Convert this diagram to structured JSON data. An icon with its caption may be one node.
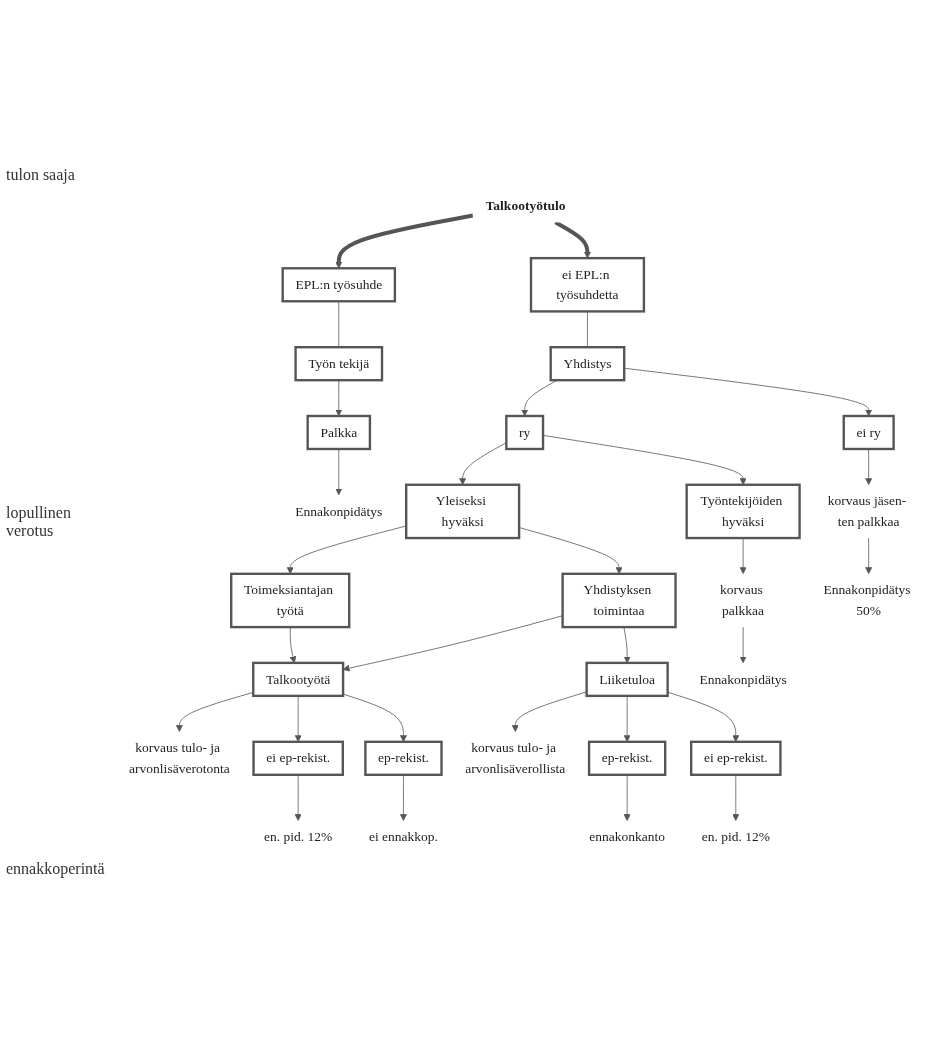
{
  "diagram": {
    "nodes": [
      {
        "text": [
          "Talkootyötulo"
        ]
      },
      {
        "text": [
          "EPL:n työsuhde"
        ]
      },
      {
        "text": [
          "ei EPL:n työsuhdetta"
        ]
      },
      {
        "text": [
          "Työn tekijä"
        ]
      },
      {
        "text": [
          "Yhdistys"
        ]
      },
      {
        "text": [
          "Palkka"
        ]
      },
      {
        "text": [
          "ry"
        ]
      },
      {
        "text": [
          "ei ry"
        ]
      },
      {
        "text": [
          "korvaus jäsen- ten palkkaa"
        ]
      },
      {
        "text": [
          "Ennakonpidätys"
        ]
      },
      {
        "text": [
          "Ennakonpidätys 50%"
        ]
      },
      {
        "text": [
          "Yleiseksi hyväksi"
        ]
      },
      {
        "text": [
          "Työntekijöiden hyväksi"
        ]
      },
      {
        "text": [
          "korvaus palkkaa"
        ]
      },
      {
        "text": [
          "Ennakonpidätys"
        ]
      },
      {
        "text": [
          "Toimeksiantajan työtä"
        ]
      },
      {
        "text": [
          "Yhdistyksen toimintaa"
        ]
      },
      {
        "text": [
          "Talkootyötä"
        ]
      },
      {
        "text": [
          "Liiketuloa"
        ]
      },
      {
        "text": [
          "korvaus tulo- ja arvonlisäverotonta"
        ]
      },
      {
        "text": [
          "korvaus tulo- ja arvonlisäverollista"
        ]
      },
      {
        "text": [
          "ei ep-rekist."
        ]
      },
      {
        "text": [
          "ep-rekist."
        ]
      },
      {
        "text": [
          "ep-rekist."
        ]
      },
      {
        "text": [
          "ei ep-rekist."
        ]
      },
      {
        "text": [
          "en. pid. 12%"
        ]
      },
      {
        "text": [
          "ei ennakkop."
        ]
      },
      {
        "text": [
          "ennakonkanto"
        ]
      },
      {
        "text": [
          "en. pid. 12%"
        ]
      }
    ],
    "edges": [
      {
        "from": 0,
        "to": 1,
        "arrow": "to",
        "style": "thick"
      },
      {
        "from": 0,
        "to": 2,
        "arrow": "to",
        "style": "thick"
      },
      {
        "from": 1,
        "to": 3,
        "arrow": "none"
      },
      {
        "from": 2,
        "to": 4,
        "arrow": "none"
      },
      {
        "from": 3,
        "to": 5,
        "arrow": "to"
      },
      {
        "from": 4,
        "to": 6,
        "arrow": "to"
      },
      {
        "from": 4,
        "to": 7,
        "arrow": "to"
      },
      {
        "from": 5,
        "to": 9,
        "arrow": "to"
      },
      {
        "from": 7,
        "to": 8,
        "arrow": "to"
      },
      {
        "from": 8,
        "to": 10,
        "arrow": "to"
      },
      {
        "from": 6,
        "to": 11,
        "arrow": "to"
      },
      {
        "from": 6,
        "to": 12,
        "arrow": "to"
      },
      {
        "from": 12,
        "to": 13,
        "arrow": "to"
      },
      {
        "from": 13,
        "to": 14,
        "arrow": "to"
      },
      {
        "from": 11,
        "to": 15,
        "arrow": "to"
      },
      {
        "from": 11,
        "to": 16,
        "arrow": "to"
      },
      {
        "from": 15,
        "to": 17,
        "arrow": "to"
      },
      {
        "from": 16,
        "to": 17,
        "arrow": "to"
      },
      {
        "from": 16,
        "to": 18,
        "arrow": "to"
      },
      {
        "from": 17,
        "to": 19,
        "arrow": "to"
      },
      {
        "from": 18,
        "to": 20,
        "arrow": "to"
      },
      {
        "from": 17,
        "to": 21,
        "arrow": "to"
      },
      {
        "from": 17,
        "to": 22,
        "arrow": "to"
      },
      {
        "from": 18,
        "to": 23,
        "arrow": "to"
      },
      {
        "from": 18,
        "to": 24,
        "arrow": "to"
      },
      {
        "from": 21,
        "to": 25,
        "arrow": "to"
      },
      {
        "from": 22,
        "to": 26,
        "arrow": "to"
      },
      {
        "from": 23,
        "to": 27,
        "arrow": "to"
      },
      {
        "from": 24,
        "to": 28,
        "arrow": "to"
      }
    ],
    "labels": [
      "tulon saaja",
      "lopullinen verotus",
      "ennakkoperintä"
    ]
  }
}
